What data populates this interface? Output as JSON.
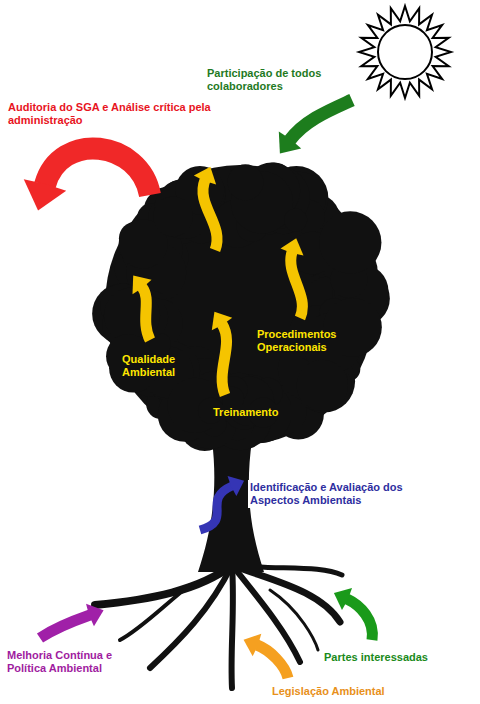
{
  "diagram": {
    "labels": [
      "Participação de todos colaboradores",
      "Auditoria do SGA e Análise crítica pela administração",
      "Procedimentos Operacionais",
      "Qualidade Ambiental",
      "Treinamento",
      "Identificação e Avaliação dos Aspectos Ambientais",
      "Melhoria Contínua e Política Ambiental",
      "Partes interessadas",
      "Legislação Ambiental"
    ]
  }
}
